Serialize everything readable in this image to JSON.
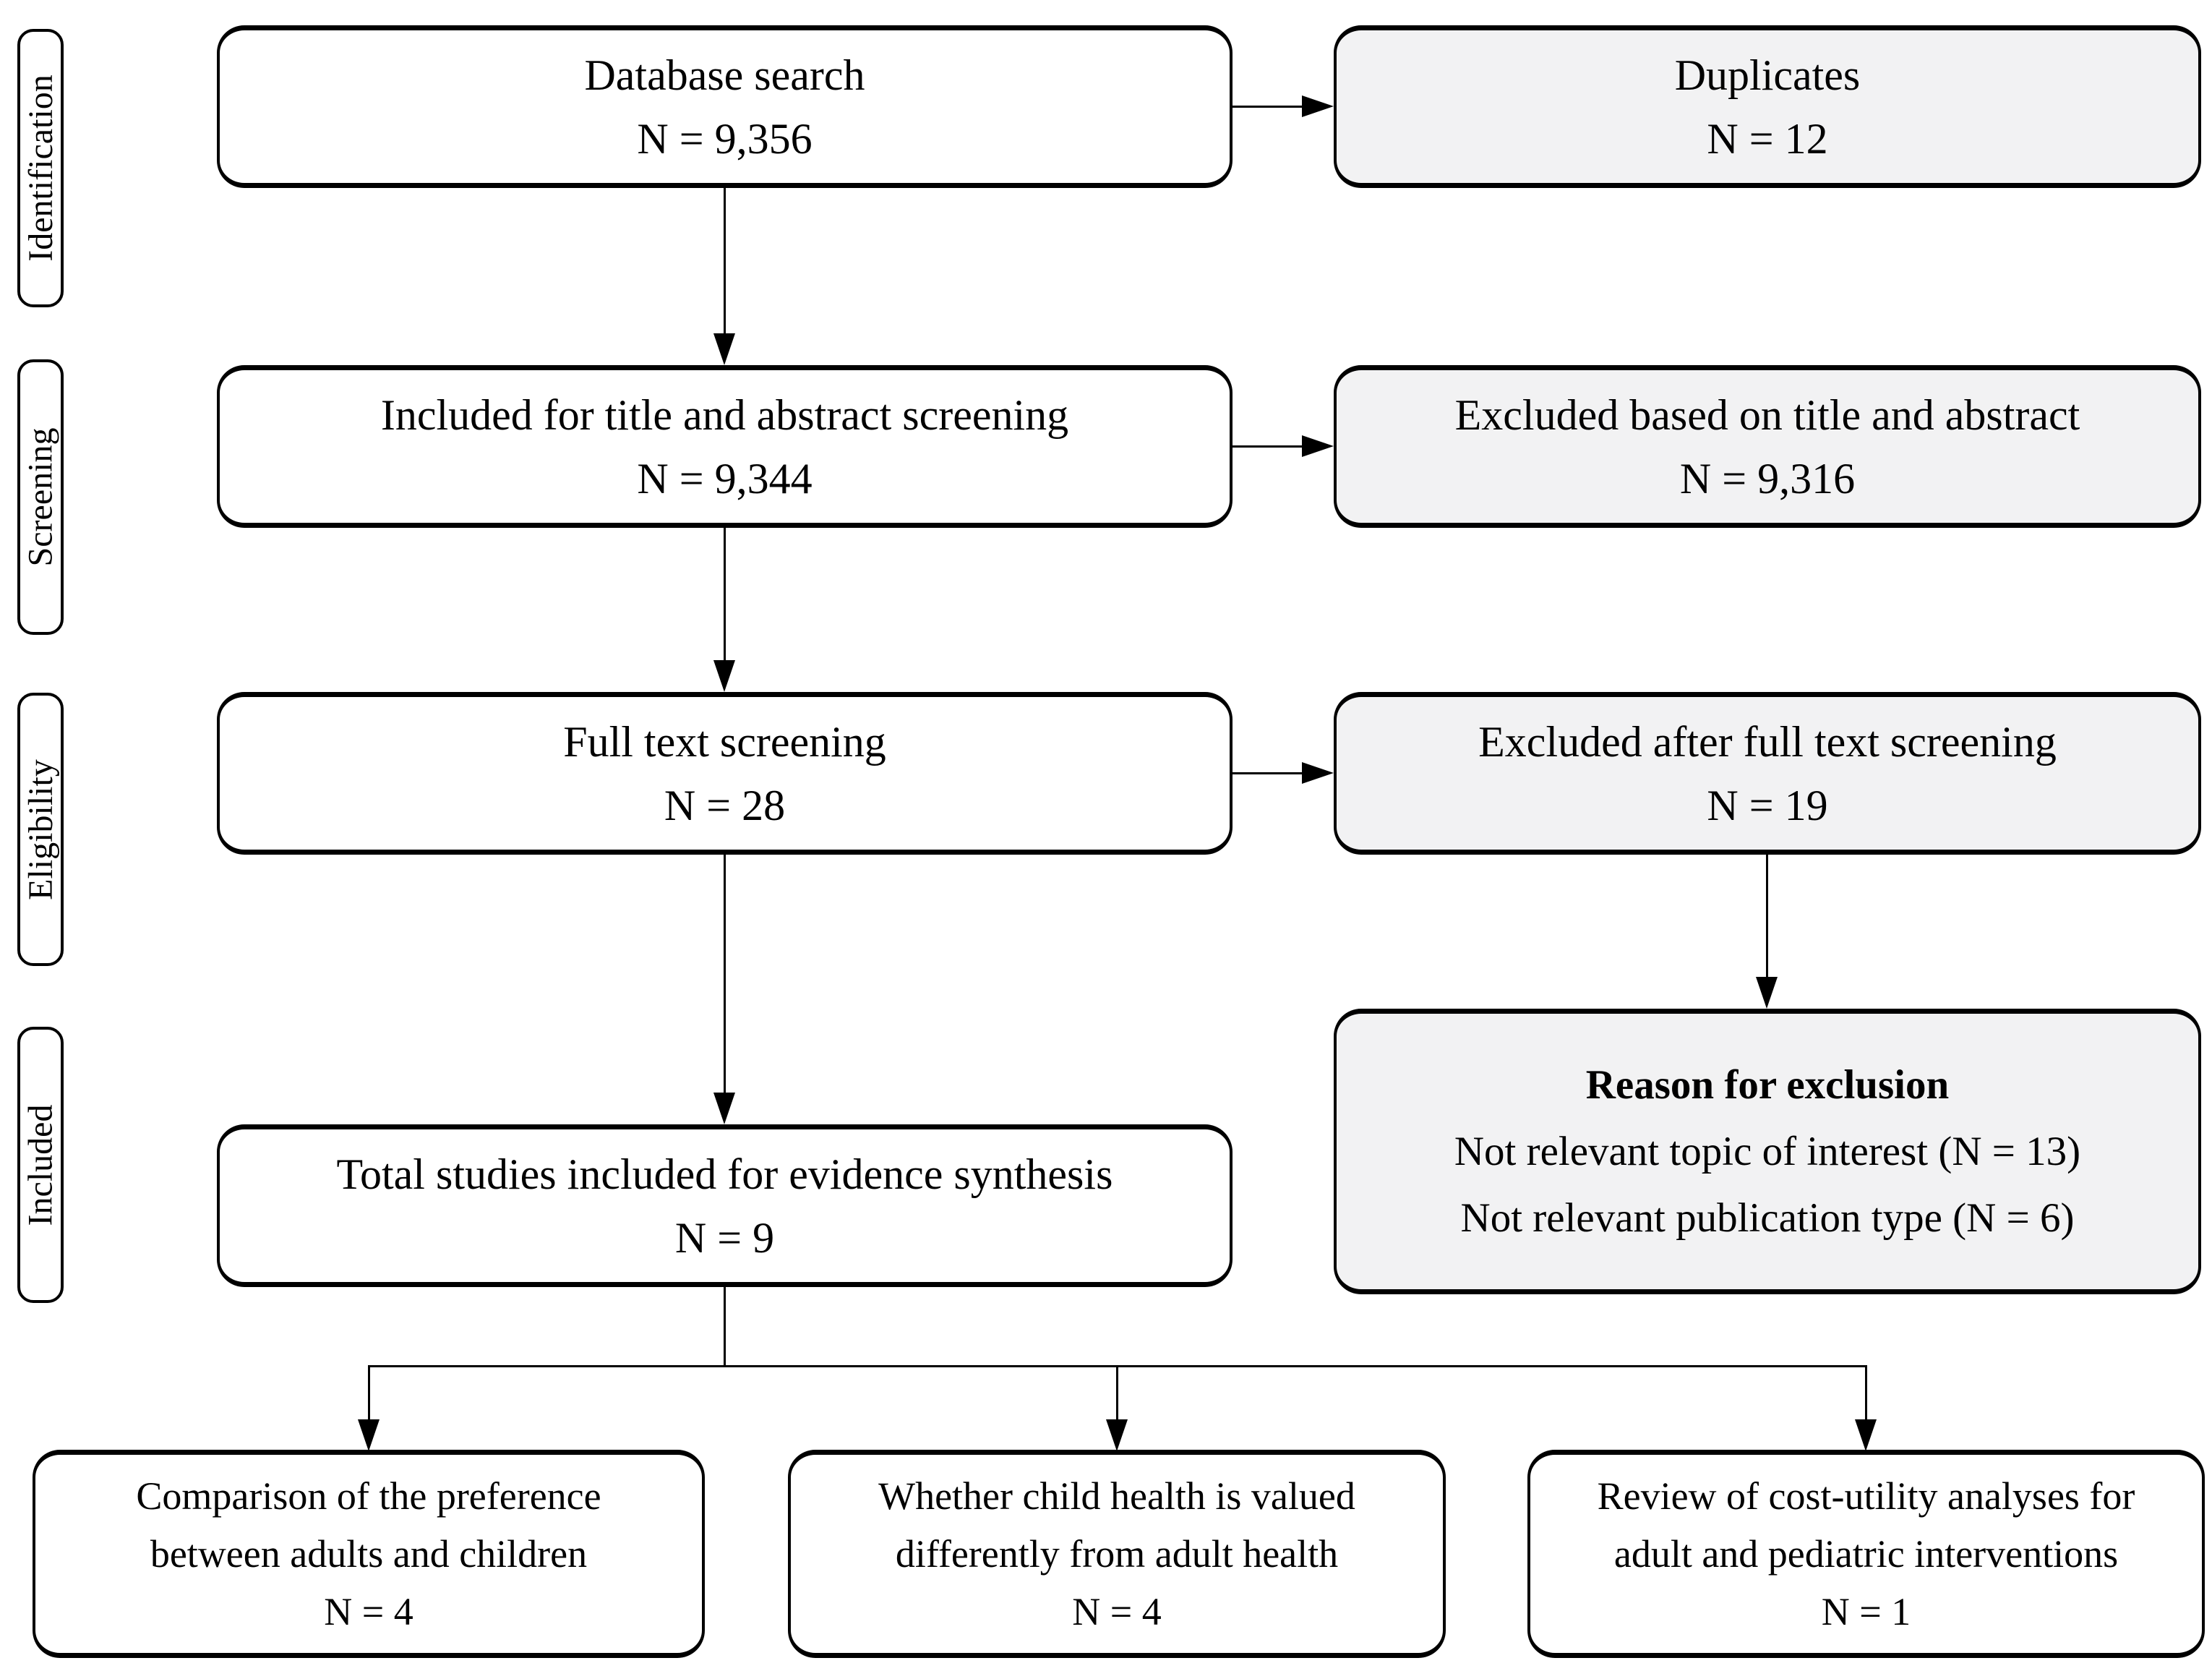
{
  "figure": {
    "type": "prisma_flow_diagram",
    "stages": [
      "Identification",
      "Screening",
      "Eligibility",
      "Included"
    ],
    "main_flow": [
      {
        "label": "Database search",
        "n": "N = 9,356"
      },
      {
        "label": "Included for title and abstract screening",
        "n": "N = 9,344"
      },
      {
        "label": "Full text screening",
        "n": "N = 28"
      },
      {
        "label": "Total studies included for evidence synthesis",
        "n": "N = 9"
      }
    ],
    "excluded": [
      {
        "label": "Duplicates",
        "n": "N = 12"
      },
      {
        "label": "Excluded based on title and abstract",
        "n": "N = 9,316"
      },
      {
        "label": "Excluded after full text screening",
        "n": "N = 19"
      }
    ],
    "exclusion_reason": {
      "title": "Reason for exclusion",
      "items": [
        "Not relevant topic of interest (N = 13)",
        "Not relevant publication type (N = 6)"
      ]
    },
    "categories": [
      {
        "line1": "Comparison of the preference",
        "line2": "between adults and children",
        "n": "N = 4"
      },
      {
        "line1": "Whether child health is valued",
        "line2": "differently from adult health",
        "n": "N = 4"
      },
      {
        "line1": "Review of cost-utility analyses for",
        "line2": "adult and pediatric interventions",
        "n": "N = 1"
      }
    ],
    "colors": {
      "border": "#000000",
      "excluded_fill": "#f2f2f3",
      "main_fill": "#ffffff",
      "background": "#ffffff"
    }
  }
}
